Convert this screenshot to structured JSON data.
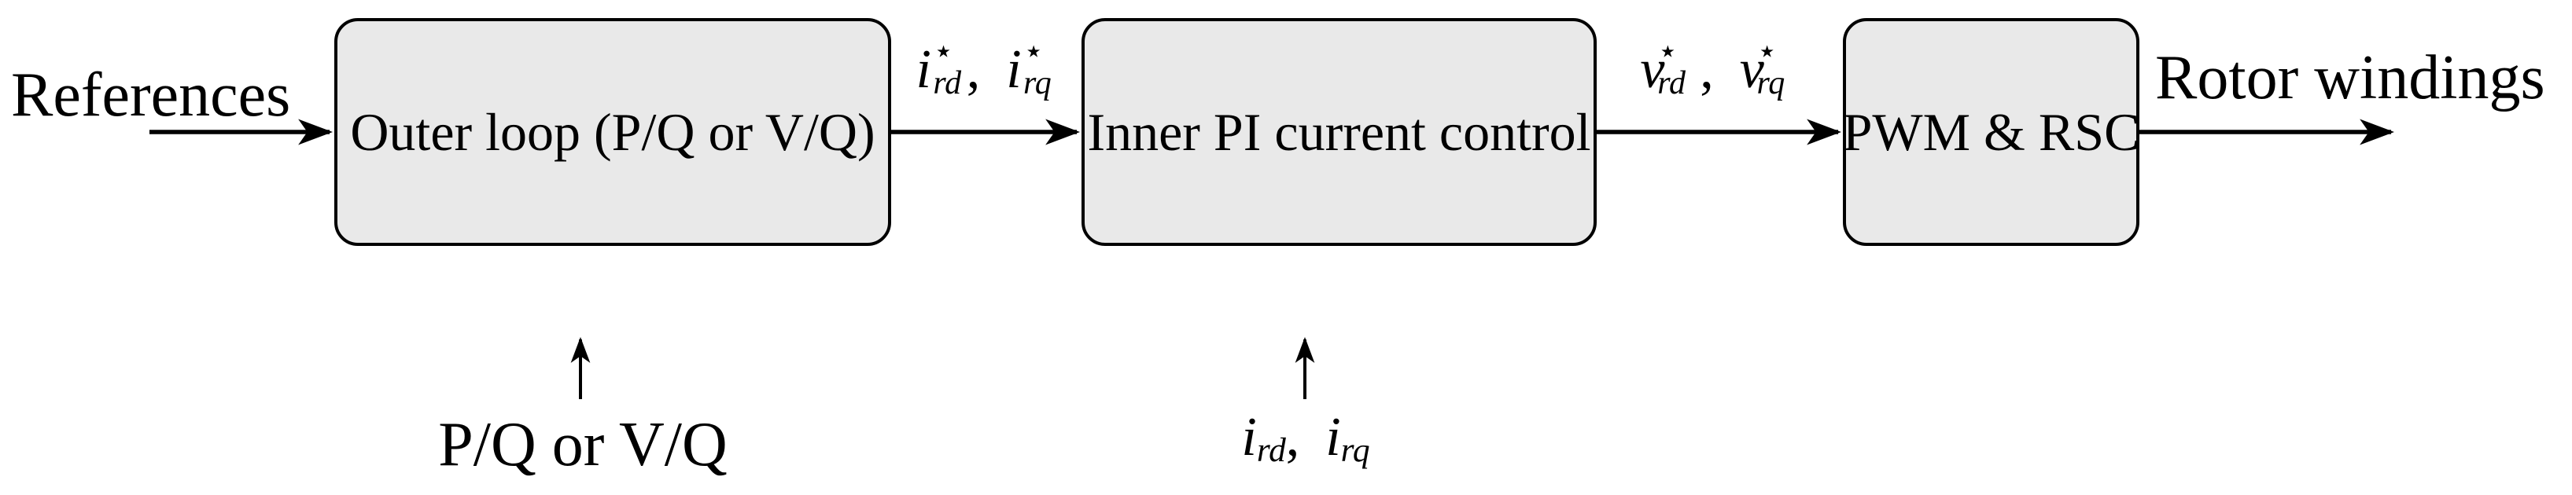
{
  "colors": {
    "background": "#ffffff",
    "block_fill": "#e9e9e9",
    "line": "#000000",
    "text": "#000000"
  },
  "io": {
    "input_label": "References",
    "output_label": "Rotor windings"
  },
  "blocks": [
    {
      "label": "Outer loop (P/Q or V/Q)"
    },
    {
      "label": "Inner PI current control"
    },
    {
      "label": "PWM & RSC"
    }
  ],
  "signals": {
    "current_ref": {
      "first": {
        "base": "i",
        "sup": "⋆",
        "sub": "rd"
      },
      "sep": ",",
      "second": {
        "base": "i",
        "sup": "⋆",
        "sub": "rq"
      }
    },
    "voltage_ref": {
      "first": {
        "base": "v",
        "sup": "⋆",
        "sub": "rd"
      },
      "sep": ",",
      "second": {
        "base": "v",
        "sup": "⋆",
        "sub": "rq"
      }
    },
    "feedback_outer": {
      "label": "P/Q or V/Q"
    },
    "feedback_inner": {
      "first": {
        "base": "i",
        "sub": "rd"
      },
      "sep": ",",
      "second": {
        "base": "i",
        "sub": "rq"
      }
    }
  }
}
